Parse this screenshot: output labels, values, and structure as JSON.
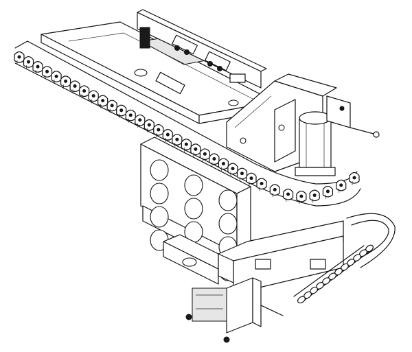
{
  "drawing": {
    "colors": {
      "line": "#111111",
      "background": "#ffffff",
      "shade": "#e6e6e6"
    },
    "icon": "tool-changer-line-drawing",
    "magazine_pockets": 34,
    "column_holes": {
      "rows": 4,
      "cols": 3
    }
  }
}
